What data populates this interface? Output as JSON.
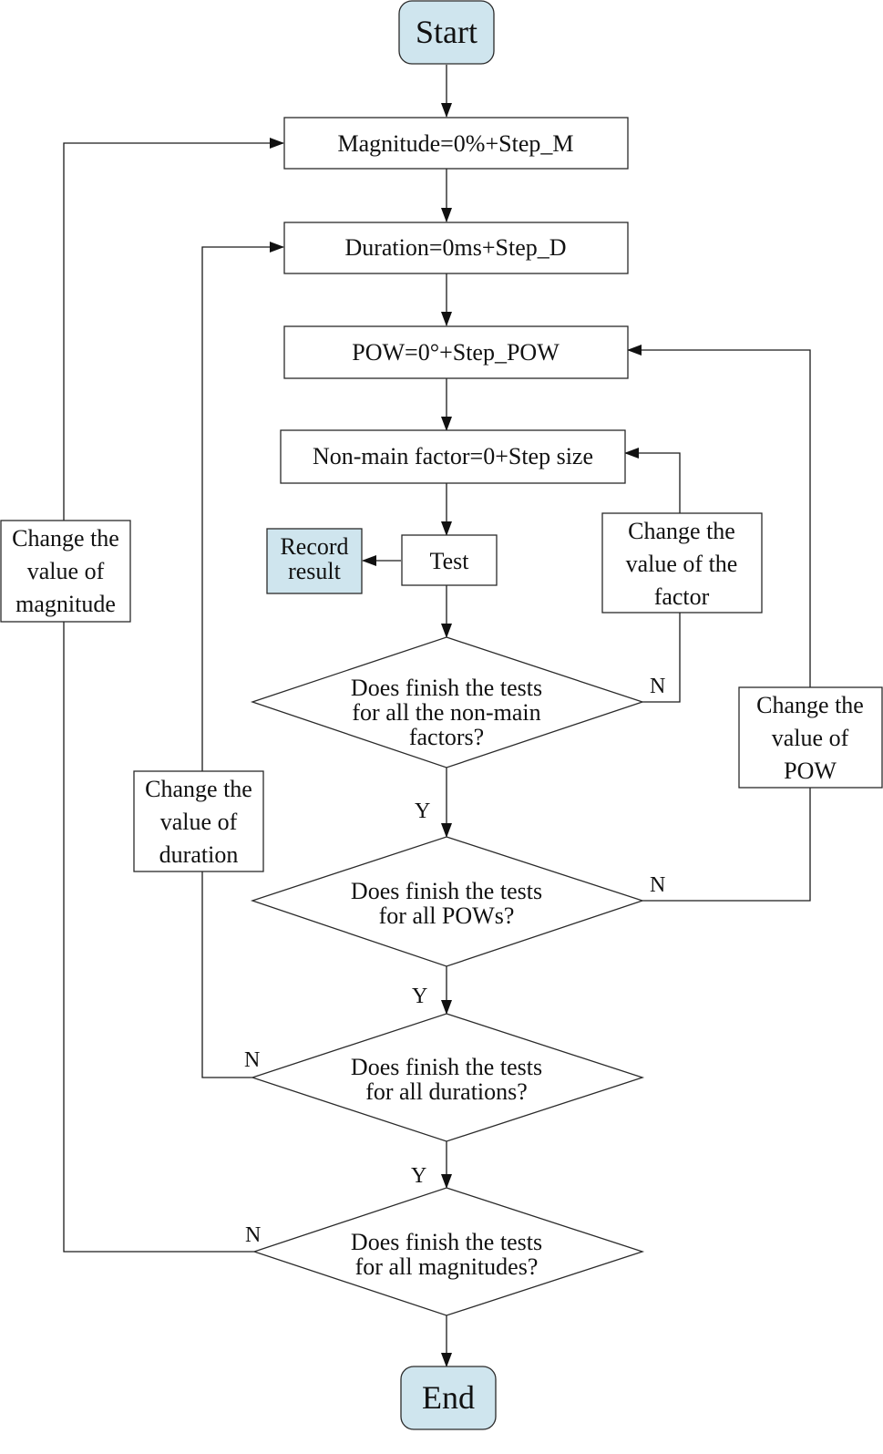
{
  "nodes": {
    "start": "Start",
    "magnitude": "Magnitude=0%+Step_M",
    "duration": "Duration=0ms+Step_D",
    "pow": "POW=0°+Step_POW",
    "nonmain": "Non-main factor=0+Step size",
    "test": "Test",
    "record": [
      "Record",
      "result"
    ],
    "change_factor": [
      "Change the",
      "value of the",
      "factor"
    ],
    "decision_factors": [
      "Does finish the tests",
      "for all the non-main",
      "factors?"
    ],
    "change_pow": [
      "Change the",
      "value of",
      "POW"
    ],
    "decision_pows": [
      "Does finish the tests",
      "for all POWs?"
    ],
    "change_duration": [
      "Change the",
      "value of",
      "duration"
    ],
    "decision_durations": [
      "Does finish the tests",
      "for all durations?"
    ],
    "change_magnitude": [
      "Change the",
      "value of",
      "magnitude"
    ],
    "decision_magnitudes": [
      "Does finish the tests",
      "for all magnitudes?"
    ],
    "end": "End"
  },
  "edge_labels": {
    "yes": "Y",
    "no": "N"
  }
}
